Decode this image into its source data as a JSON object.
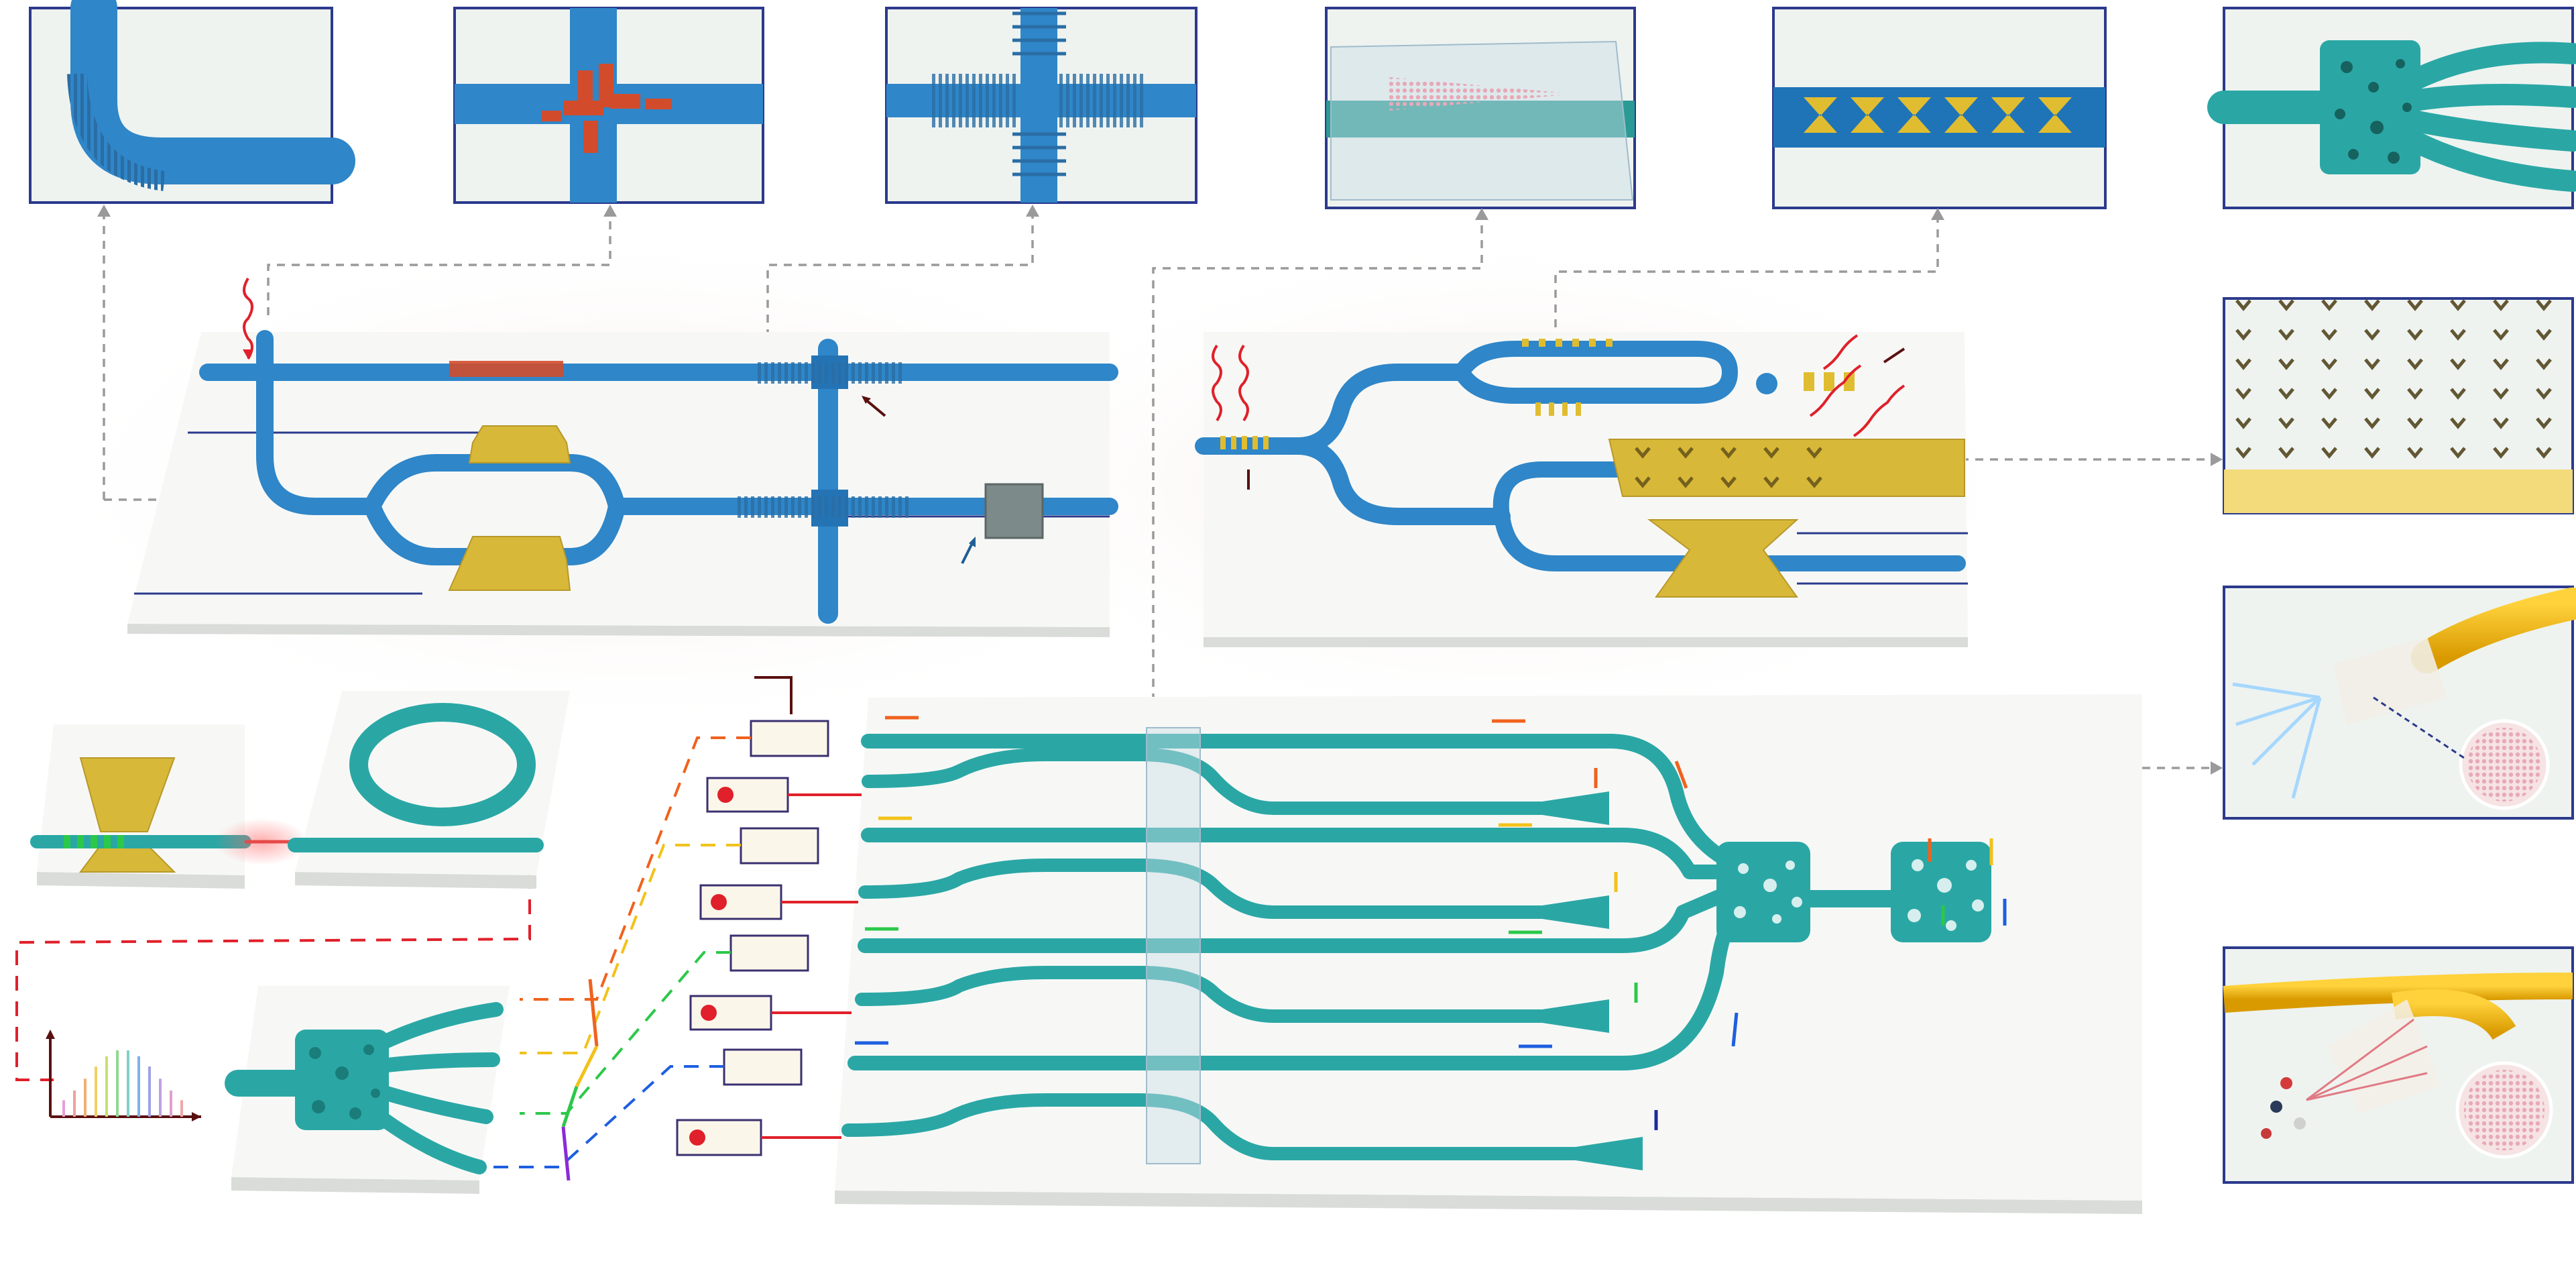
{
  "figure": {
    "type": "schematic illustration",
    "elements": [
      "waveguide-bend-inset",
      "crossing-with-red-elements-inset",
      "waveguide-crossing-inset",
      "glass-covered-grating-inset",
      "gold-bowtie-antenna-inset",
      "inverse-design-splitter-inset",
      "gold-metasurface-inset",
      "fiber-tip-light-emission-inset",
      "fiber-tip-particle-trapping-inset",
      "blue-photonic-chip",
      "gold-plasmonic-chip",
      "teal-multiplexing-chip",
      "electro-optic-modulator-block",
      "microring-block",
      "inverse-design-demux-block",
      "frequency-comb-spectrum"
    ]
  },
  "colors": {
    "blue_waveguide": "#2f86c8",
    "teal_waveguide": "#2aa7a5",
    "gold": "#d8b838",
    "frame": "#2b3a8c",
    "red_arrow": "#e0202a",
    "dark_arrow": "#5a1010",
    "orange": "#f0621e",
    "yellow": "#f2c21a",
    "green": "#2cc84a",
    "blue": "#1e5fe0",
    "violet": "#8a2bd8"
  },
  "channel_colors": [
    "#f0621e",
    "#f2c21a",
    "#2cc84a",
    "#1e5fe0"
  ],
  "icons": [
    "wavy-red-arrow",
    "laser-source-icon",
    "axis-arrows",
    "guide-arrow"
  ]
}
